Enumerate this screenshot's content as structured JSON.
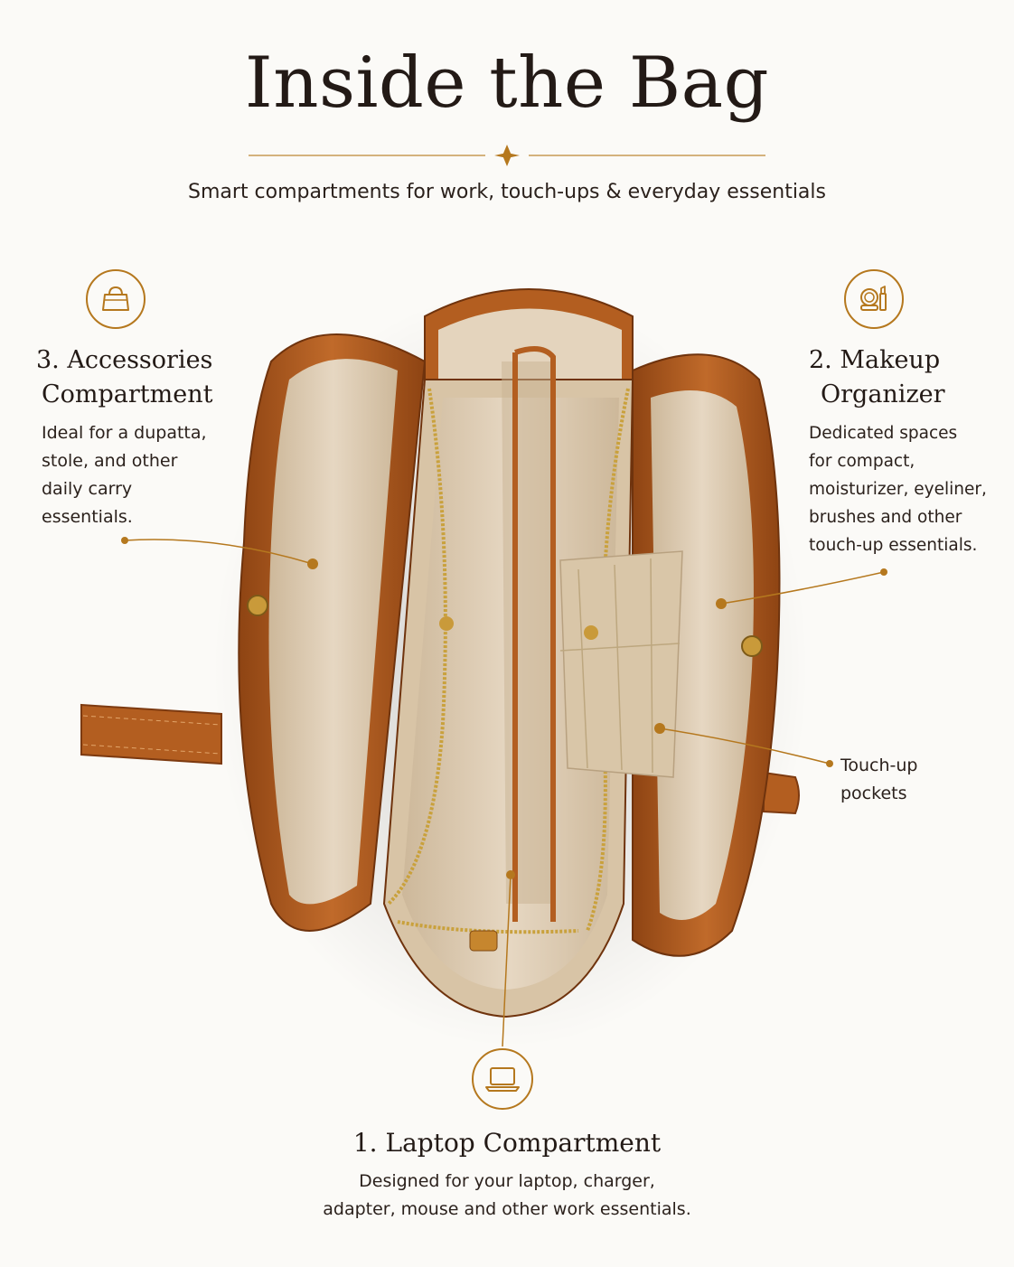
{
  "header": {
    "title": "Inside the Bag",
    "subtitle": "Smart compartments for work, touch-ups & everyday essentials"
  },
  "callouts": {
    "accessories": {
      "icon": "handbag-icon",
      "heading_line1": "3. Accessories",
      "heading_line2": "Compartment",
      "desc": [
        "Ideal for a dupatta,",
        "stole, and other",
        "daily carry",
        "essentials."
      ]
    },
    "makeup": {
      "icon": "compact-lipstick-icon",
      "heading_line1": "2. Makeup",
      "heading_line2": "Organizer",
      "desc": [
        "Dedicated spaces",
        "for compact,",
        "moisturizer, eyeliner,",
        "brushes and other",
        "touch-up essentials."
      ]
    },
    "pockets": {
      "desc": [
        "Touch-up",
        "pockets"
      ]
    },
    "laptop": {
      "icon": "laptop-icon",
      "heading": "1. Laptop Compartment",
      "desc": [
        "Designed for your laptop, charger,",
        "adapter, mouse and other work essentials."
      ]
    }
  },
  "colors": {
    "accent": "#b5781e",
    "leather": "#b45f21",
    "lining": "#dccab1",
    "background": "#fbfaf7"
  }
}
